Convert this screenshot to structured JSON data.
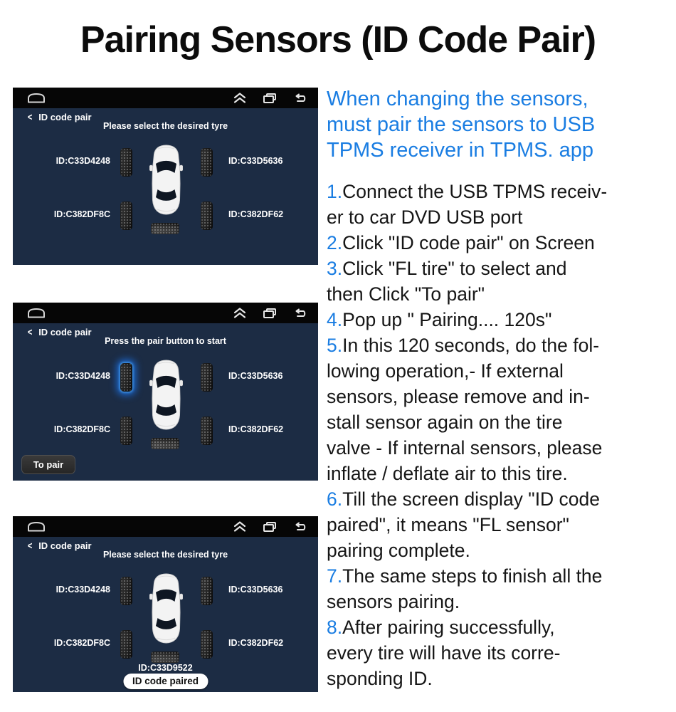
{
  "page": {
    "title": "Pairing Sensors (ID Code Pair)"
  },
  "colors": {
    "accent_blue": "#1a7de2",
    "screen_navy": "#1c2c44",
    "statusbar_black": "#060606",
    "highlight_glow": "#1c70e2"
  },
  "intro": {
    "text": "When changing the sensors,\nmust pair the sensors to USB\nTPMS receiver in TPMS. app"
  },
  "steps": [
    {
      "num": "1.",
      "text": "Connect the USB TPMS receiv-\ner to car DVD USB port"
    },
    {
      "num": "2.",
      "text": "Click \"ID code pair\" on Screen"
    },
    {
      "num": "3.",
      "text": "Click \"FL tire\" to select and\nthen Click \"To pair\""
    },
    {
      "num": "4.",
      "text": "Pop up \" Pairing.... 120s\""
    },
    {
      "num": "5.",
      "text": "In this 120 seconds, do the fol-\nlowing operation,- If external\nsensors, please remove and in-\nstall sensor again on the tire\nvalve - If internal sensors, please\ninflate / deflate air to this tire."
    },
    {
      "num": "6.",
      "text": "Till the screen display \"ID code\npaired\", it means \"FL sensor\"\npairing complete."
    },
    {
      "num": "7.",
      "text": "The same steps to finish all the\nsensors pairing."
    },
    {
      "num": "8.",
      "text": "After pairing successfully,\nevery tire will have its corre-\nsponding ID."
    }
  ],
  "statusbar_icons": [
    "home-icon",
    "chevrons-up-icon",
    "recent-apps-icon",
    "back-icon"
  ],
  "screens": [
    {
      "back_chevron": "<",
      "back_label": "ID code pair",
      "message": "Please select the desired tyre",
      "id_fl": "ID:C33D4248",
      "id_fr": "ID:C33D5636",
      "id_rl": "ID:C382DF8C",
      "id_rr": "ID:C382DF62"
    },
    {
      "back_chevron": "<",
      "back_label": "ID code pair",
      "message": "Press the pair button to start",
      "id_fl": "ID:C33D4248",
      "id_fr": "ID:C33D5636",
      "id_rl": "ID:C382DF8C",
      "id_rr": "ID:C382DF62",
      "to_pair_label": "To pair"
    },
    {
      "back_chevron": "<",
      "back_label": "ID code pair",
      "message": "Please select the desired tyre",
      "id_fl": "ID:C33D4248",
      "id_fr": "ID:C33D5636",
      "id_rl": "ID:C382DF8C",
      "id_rr": "ID:C382DF62",
      "spare_id": "ID:C33D9522",
      "paired_badge": "ID code paired"
    }
  ]
}
